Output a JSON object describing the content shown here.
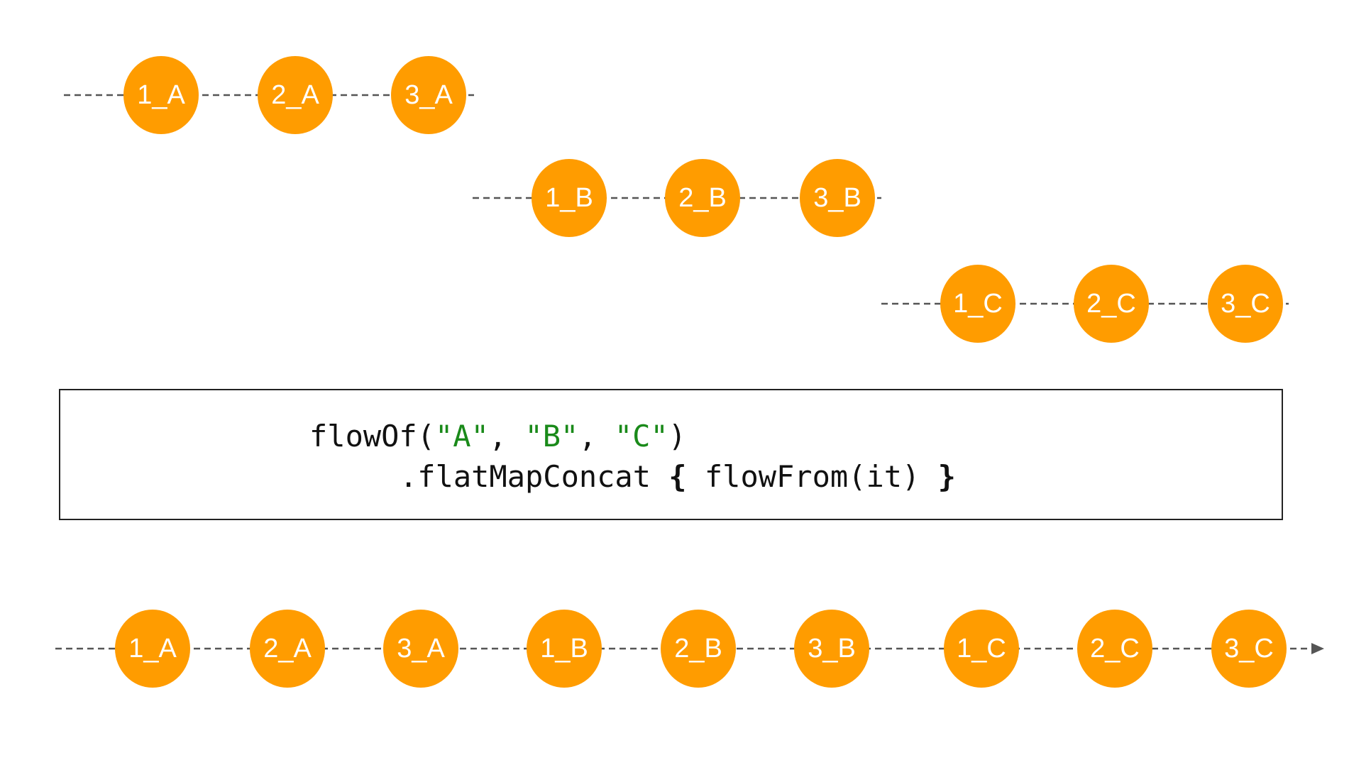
{
  "colors": {
    "marble": "#FF9C00",
    "line": "#555555",
    "string": "#1a8a1a"
  },
  "rows": [
    {
      "name": "flow-a",
      "items": [
        "1_A",
        "2_A",
        "3_A"
      ]
    },
    {
      "name": "flow-b",
      "items": [
        "1_B",
        "2_B",
        "3_B"
      ]
    },
    {
      "name": "flow-c",
      "items": [
        "1_C",
        "2_C",
        "3_C"
      ]
    },
    {
      "name": "result",
      "items": [
        "1_A",
        "2_A",
        "3_A",
        "1_B",
        "2_B",
        "3_B",
        "1_C",
        "2_C",
        "3_C"
      ]
    }
  ],
  "code": {
    "l1_fn": "flowOf(",
    "s1": "\"A\"",
    "c1": ", ",
    "s2": "\"B\"",
    "c2": ", ",
    "s3": "\"C\"",
    "l1_end": ")",
    "l2_fn": ".flatMapConcat ",
    "open": "{",
    "body": " flowFrom(it) ",
    "close": "}"
  }
}
